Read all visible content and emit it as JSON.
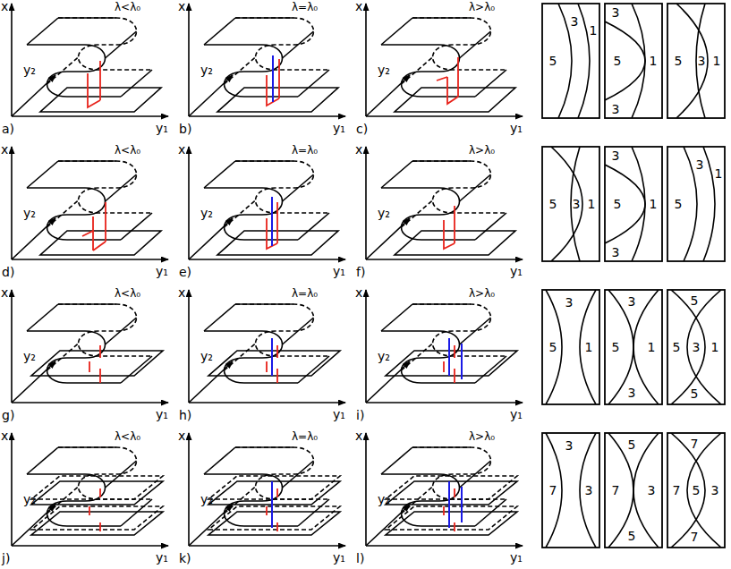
{
  "diagram": {
    "labels": [
      "x",
      "λ<λ₀",
      "y₂",
      "a)",
      "y₁",
      "x",
      "λ=λ₀",
      "y₂",
      "b)",
      "y₁",
      "x",
      "λ>λ₀",
      "y₂",
      "c)",
      "y₁",
      "3",
      "1",
      "5",
      "3",
      "5",
      "1",
      "3",
      "5",
      "3",
      "1",
      "x",
      "λ<λ₀",
      "y₂",
      "d)",
      "y₁",
      "x",
      "λ=λ₀",
      "y₂",
      "e)",
      "y₁",
      "x",
      "λ>λ₀",
      "y₂",
      "f)",
      "y₁",
      "5",
      "3",
      "1",
      "3",
      "5",
      "1",
      "3",
      "3",
      "1",
      "5",
      "x",
      "λ<λ₀",
      "y₂",
      "g)",
      "y₁",
      "x",
      "λ=λ₀",
      "y₂",
      "h)",
      "y₁",
      "x",
      "λ>λ₀",
      "y₂",
      "i)",
      "y₁",
      "3",
      "5",
      "1",
      "3",
      "5",
      "1",
      "3",
      "5",
      "5",
      "3",
      "1",
      "5",
      "x",
      "λ<λ₀",
      "y₂",
      "j)",
      "y₁",
      "x",
      "λ=λ₀",
      "y₂",
      "k)",
      "y₁",
      "x",
      "λ>λ₀",
      "y₂",
      "l)",
      "y₁",
      "3",
      "7",
      "3",
      "5",
      "7",
      "3",
      "5",
      "7",
      "7",
      "5",
      "3",
      "7"
    ]
  }
}
